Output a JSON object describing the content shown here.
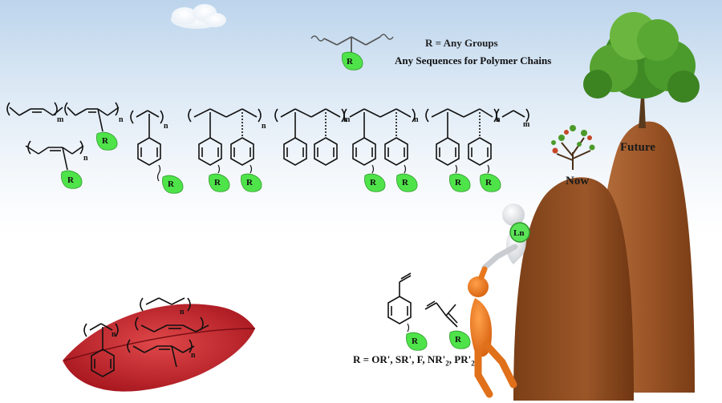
{
  "labels": {
    "r_definition": "R = Any Groups",
    "sequence_definition": "Any Sequences for Polymer Chains",
    "now": "Now",
    "future": "Future",
    "lanthanide": "Ln",
    "r": "R",
    "m": "m",
    "n": "n"
  },
  "monomer_substituents": {
    "prefix": "R = OR', SR', F, NR'",
    "sub1": "2",
    "mid": ", PR'",
    "sub2": "2"
  },
  "colors": {
    "leaf_green": "#4fe34a",
    "red_leaf": "#c9242a",
    "mountain_brown": "#8a4a20",
    "figure_orange": "#e8771c",
    "tree_green": "#4c9a2a"
  }
}
